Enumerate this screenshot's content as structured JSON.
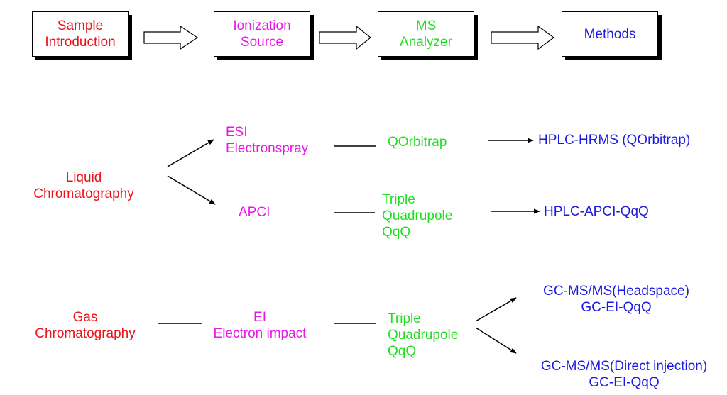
{
  "header": {
    "sample": {
      "line1": "Sample",
      "line2": "Introduction"
    },
    "ionization": {
      "line1": "Ionization",
      "line2": "Source"
    },
    "analyzer": {
      "line1": "MS",
      "line2": "Analyzer"
    },
    "methods": {
      "line1": "Methods"
    }
  },
  "liquid": {
    "source": {
      "line1": "Liquid",
      "line2": "Chromatography"
    },
    "esi": {
      "line1": "ESI",
      "line2": "Electronspray"
    },
    "apci": {
      "line1": "APCI"
    },
    "qorbitrap": {
      "line1": "QOrbitrap"
    },
    "qqq": {
      "line1": "Triple",
      "line2": "Quadrupole",
      "line3": "QqQ"
    },
    "method_hrms": {
      "line1": "HPLC-HRMS (QOrbitrap)"
    },
    "method_apci": {
      "line1": "HPLC-APCI-QqQ"
    }
  },
  "gas": {
    "source": {
      "line1": "Gas",
      "line2": "Chromatography"
    },
    "ei": {
      "line1": "EI",
      "line2": "Electron impact"
    },
    "qqq": {
      "line1": "Triple",
      "line2": "Quadrupole",
      "line3": "QqQ"
    },
    "method_headspace": {
      "line1": "GC-MS/MS(Headspace)",
      "line2": "GC-EI-QqQ"
    },
    "method_direct": {
      "line1": "GC-MS/MS(Direct injection)",
      "line2": "GC-EI-QqQ"
    }
  },
  "colors": {
    "sample": "#e8141b",
    "ionization": "#e817e8",
    "analyzer": "#22dd22",
    "methods": "#1a1ae0"
  }
}
